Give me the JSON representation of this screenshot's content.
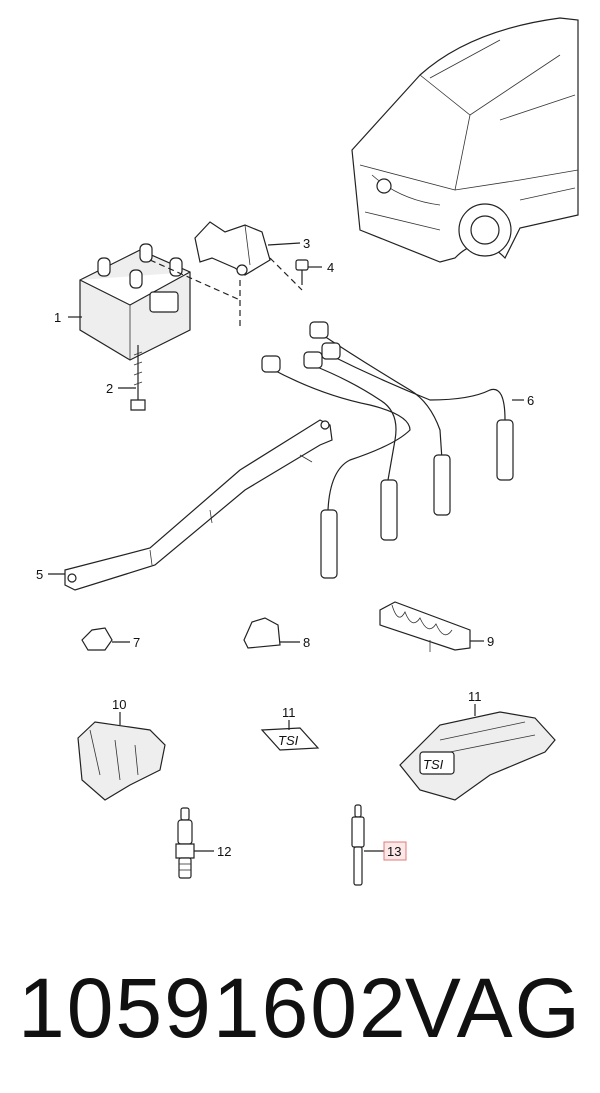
{
  "callouts": [
    "1",
    "2",
    "3",
    "4",
    "5",
    "6",
    "7",
    "8",
    "9",
    "10",
    "11",
    "11",
    "12",
    "13"
  ],
  "highlighted_callout": "13",
  "badge_text": "TSI",
  "footer": {
    "part_number": "10591602",
    "brand": "VAG"
  },
  "colors": {
    "highlight_fill": "#fde8e8",
    "highlight_stroke": "#e07a7a"
  }
}
